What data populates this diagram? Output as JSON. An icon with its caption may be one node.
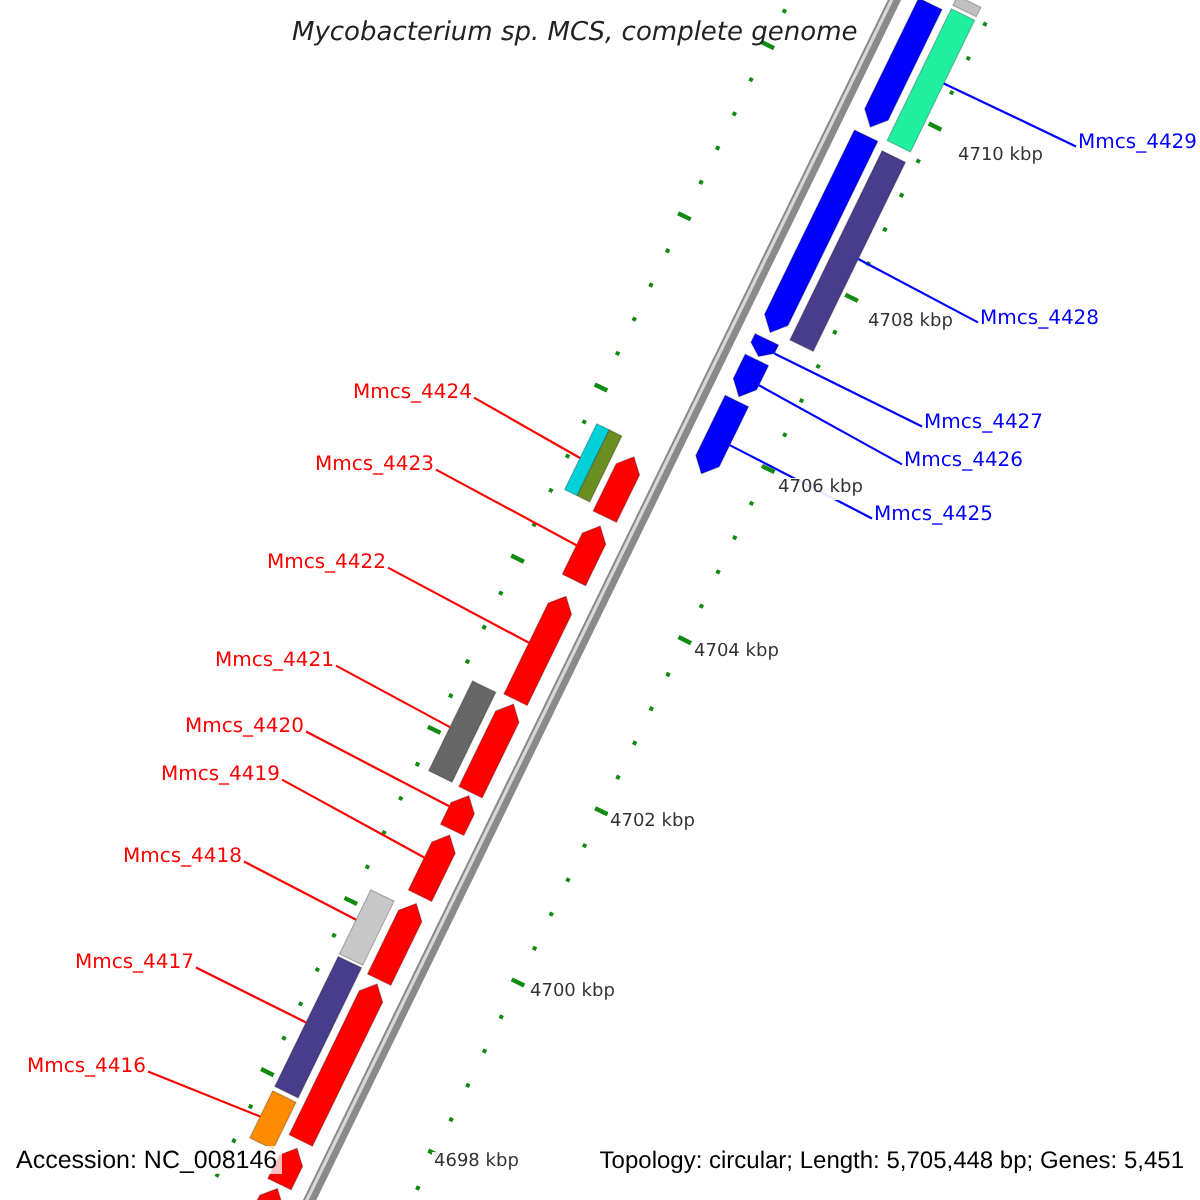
{
  "diagram": {
    "title": "Mycobacterium sp. MCS, complete genome",
    "nodes": [
      {
        "text": [
          "Mmcs_4424"
        ]
      },
      {
        "text": [
          "Mmcs_4423"
        ]
      },
      {
        "text": [
          "Mmcs_4422"
        ]
      },
      {
        "text": [
          "Mmcs_4421"
        ]
      },
      {
        "text": [
          "Mmcs_4420"
        ]
      },
      {
        "text": [
          "Mmcs_4419"
        ]
      },
      {
        "text": [
          "Mmcs_4418"
        ]
      },
      {
        "text": [
          "Mmcs_4417"
        ]
      },
      {
        "text": [
          "Mmcs_4416"
        ]
      },
      {
        "text": [
          "Mmcs_4429"
        ]
      },
      {
        "text": [
          "Mmcs_4428"
        ]
      },
      {
        "text": [
          "Mmcs_4427"
        ]
      },
      {
        "text": [
          "Mmcs_4426"
        ]
      },
      {
        "text": [
          "Mmcs_4425"
        ]
      },
      {
        "text": [],
        "shape": "bar"
      },
      {
        "text": [],
        "shape": "pentagon"
      },
      {
        "text": [],
        "shape": "pentagon"
      },
      {
        "text": [],
        "shape": "bar"
      },
      {
        "text": [],
        "shape": "pentagon"
      },
      {
        "text": [],
        "shape": "pentagon"
      },
      {
        "text": [],
        "shape": "bar"
      },
      {
        "text": [],
        "shape": "bar"
      },
      {
        "text": [],
        "shape": "bar"
      },
      {
        "text": [],
        "shape": "bar"
      },
      {
        "text": [],
        "shape": "bar"
      },
      {
        "text": [],
        "shape": "pentagon"
      },
      {
        "text": [],
        "shape": "pentagon"
      },
      {
        "text": [],
        "shape": "pentagon"
      },
      {
        "text": [],
        "shape": "pentagon"
      },
      {
        "text": [],
        "shape": "bar"
      },
      {
        "text": [],
        "shape": "pentagon"
      },
      {
        "text": [],
        "shape": "pentagon"
      },
      {
        "text": [],
        "shape": "pentagon"
      },
      {
        "text": [],
        "shape": "pentagon"
      },
      {
        "text": [],
        "shape": "pentagon"
      },
      {
        "text": [],
        "shape": "pentagon"
      },
      {
        "text": [],
        "shape": "pentagon"
      },
      {
        "text": [],
        "shape": "bar"
      }
    ],
    "edges": [
      {
        "from": 0,
        "to": 14,
        "arrow": "none"
      },
      {
        "from": 1,
        "to": 15,
        "arrow": "none"
      },
      {
        "from": 2,
        "to": 16,
        "arrow": "none"
      },
      {
        "from": 3,
        "to": 17,
        "arrow": "none"
      },
      {
        "from": 4,
        "to": 18,
        "arrow": "none"
      },
      {
        "from": 5,
        "to": 19,
        "arrow": "none"
      },
      {
        "from": 6,
        "to": 20,
        "arrow": "none"
      },
      {
        "from": 7,
        "to": 21,
        "arrow": "none"
      },
      {
        "from": 8,
        "to": 22,
        "arrow": "none"
      },
      {
        "from": 9,
        "to": 23,
        "arrow": "none",
        "color": "#0000ff"
      },
      {
        "from": 10,
        "to": 24,
        "arrow": "none",
        "color": "#0000ff"
      },
      {
        "from": 11,
        "to": 25,
        "arrow": "none",
        "color": "#0000ff"
      },
      {
        "from": 12,
        "to": 26,
        "arrow": "none",
        "color": "#0000ff"
      },
      {
        "from": 13,
        "to": 27,
        "arrow": "none",
        "color": "#0000ff"
      }
    ],
    "labels": [
      "4710 kbp",
      "4708 kbp",
      "4706 kbp",
      "4704 kbp",
      "4702 kbp",
      "4700 kbp",
      "4698 kbp",
      "Accession: NC_008146",
      "Topology: circular; Length: 5,705,448 bp; Genes: 5,451"
    ]
  }
}
